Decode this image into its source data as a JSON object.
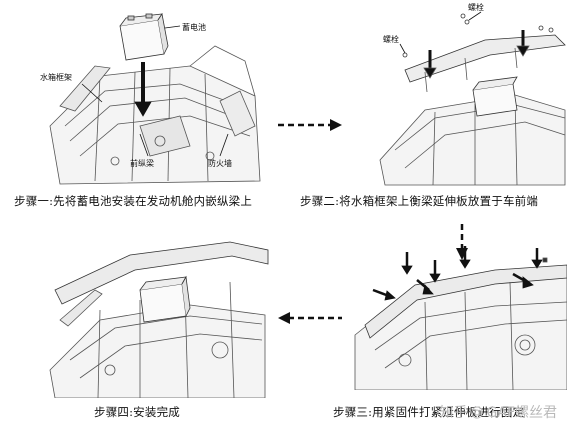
{
  "captions": {
    "step1": "步骤一:先将蓄电池安装在发动机舱内嵌纵梁上",
    "step2": "步骤二:将水箱框架上衡梁延伸板放置于车前端",
    "step3": "步骤三:用紧固件打紧延伸板进行固定",
    "step4": "步骤四:安装完成"
  },
  "labels": {
    "battery": "蓄电池",
    "radiator_frame": "水箱框架",
    "front_rail": "前纵梁",
    "firewall": "防火墙",
    "bolt_left": "螺栓",
    "bolt_top": "螺栓"
  },
  "watermark": {
    "platform": "知乎",
    "at": "@",
    "author": "GAF螺丝君"
  },
  "icons": {
    "flow_right": "dashed-arrow-right-icon",
    "flow_down": "dashed-arrow-down-icon",
    "flow_left": "dashed-arrow-left-icon"
  }
}
